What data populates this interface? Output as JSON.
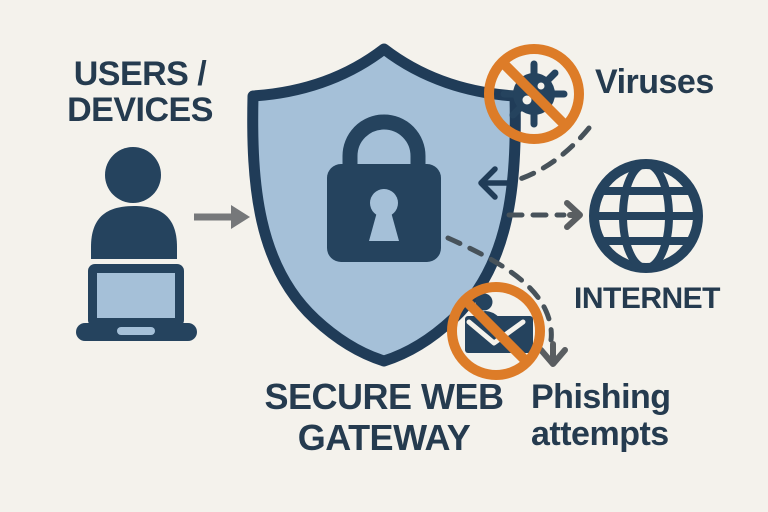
{
  "diagram": {
    "title": "Secure Web Gateway",
    "palette": {
      "bg": "#f4f2ec",
      "navy": "#25435e",
      "navy_dark": "#203c58",
      "shield_fill": "#a5c0d8",
      "orange": "#dd7c28",
      "arrow_gray": "#76787a",
      "dash_gray": "#47525a",
      "head_gray": "#5a5e61",
      "text": "#253b4f"
    },
    "nodes": {
      "users_devices": {
        "label": "USERS /\nDEVICES",
        "icons": [
          "person-icon",
          "laptop-icon"
        ]
      },
      "gateway": {
        "label": "SECURE WEB\nGATEWAY",
        "icons": [
          "shield-icon",
          "padlock-icon"
        ]
      },
      "internet": {
        "label": "INTERNET",
        "icons": [
          "globe-icon"
        ]
      },
      "viruses": {
        "label": "Viruses",
        "icons": [
          "virus-icon",
          "prohibition-icon"
        ]
      },
      "phishing": {
        "label": "Phishing\nattempts",
        "icons": [
          "phishing-envelope-icon",
          "prohibition-icon"
        ]
      }
    },
    "connections": [
      {
        "from": "users_devices",
        "to": "gateway",
        "style": "solid-arrow"
      },
      {
        "from": "viruses",
        "to": "gateway",
        "style": "dashed-arrow-blocked"
      },
      {
        "from": "gateway",
        "to": "internet",
        "style": "dashed-arrow"
      },
      {
        "from": "gateway",
        "to": "phishing",
        "style": "dashed-arrow-blocked"
      }
    ]
  }
}
